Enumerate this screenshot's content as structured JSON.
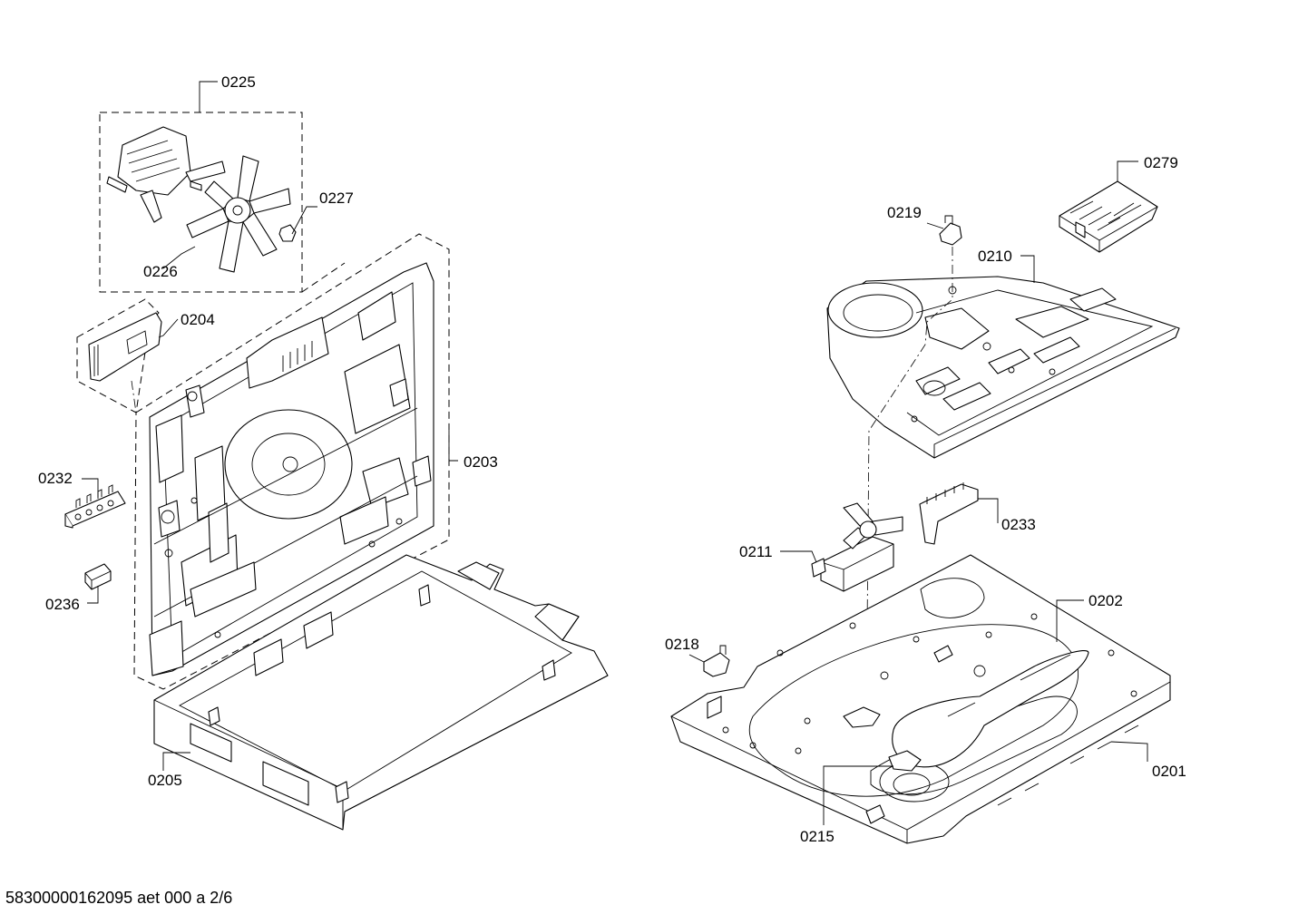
{
  "footer": "58300000162095 aet 000 a 2/6",
  "callouts": {
    "c0225": "0225",
    "c0227": "0227",
    "c0226": "0226",
    "c0204": "0204",
    "c0203": "0203",
    "c0232": "0232",
    "c0236": "0236",
    "c0205": "0205",
    "c0279": "0279",
    "c0219": "0219",
    "c0210": "0210",
    "c0233": "0233",
    "c0211": "0211",
    "c0202": "0202",
    "c0218": "0218",
    "c0201": "0201",
    "c0215": "0215"
  }
}
